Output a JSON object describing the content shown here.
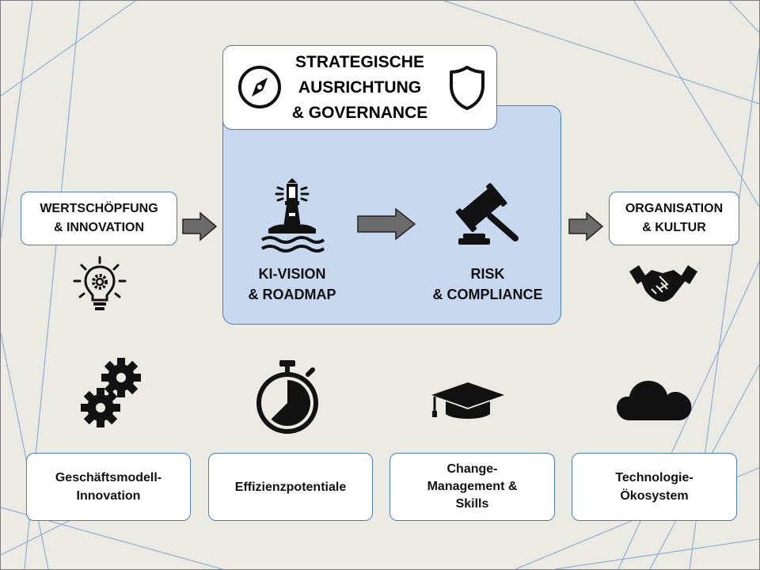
{
  "governance": {
    "title_line1": "STRATEGISCHE",
    "title_line2": "AUSRICHTUNG",
    "title_line3": "& GOVERNANCE",
    "left_icon": "compass-icon",
    "right_icon": "shield-icon"
  },
  "left_box": {
    "line1": "WERTSCHÖPFUNG",
    "line2": "& INNOVATION",
    "icon": "lightbulb-gear-icon"
  },
  "right_box": {
    "line1": "ORGANISATION",
    "line2": "& KULTUR",
    "icon": "handshake-icon"
  },
  "vision": {
    "line1": "KI-VISION",
    "line2": "& ROADMAP",
    "icon": "lighthouse-icon"
  },
  "risk": {
    "line1": "RISK",
    "line2": "& COMPLIANCE",
    "icon": "gavel-icon"
  },
  "bottom_items": [
    {
      "line1": "Geschäftsmodell-",
      "line2": "Innovation",
      "icon": "gears-icon"
    },
    {
      "line1": "Effizienzpotentiale",
      "icon": "stopwatch-icon"
    },
    {
      "line1": "Change-",
      "line2": "Management &",
      "line3": "Skills",
      "icon": "graduation-cap-icon"
    },
    {
      "line1": "Technologie-",
      "line2": "Ökosystem",
      "icon": "cloud-icon"
    }
  ],
  "colors": {
    "accent_border": "#4a7fbf",
    "panel_fill": "#c8d9ef",
    "background": "#ecebe3",
    "arrow_fill": "#6b6b6b"
  }
}
